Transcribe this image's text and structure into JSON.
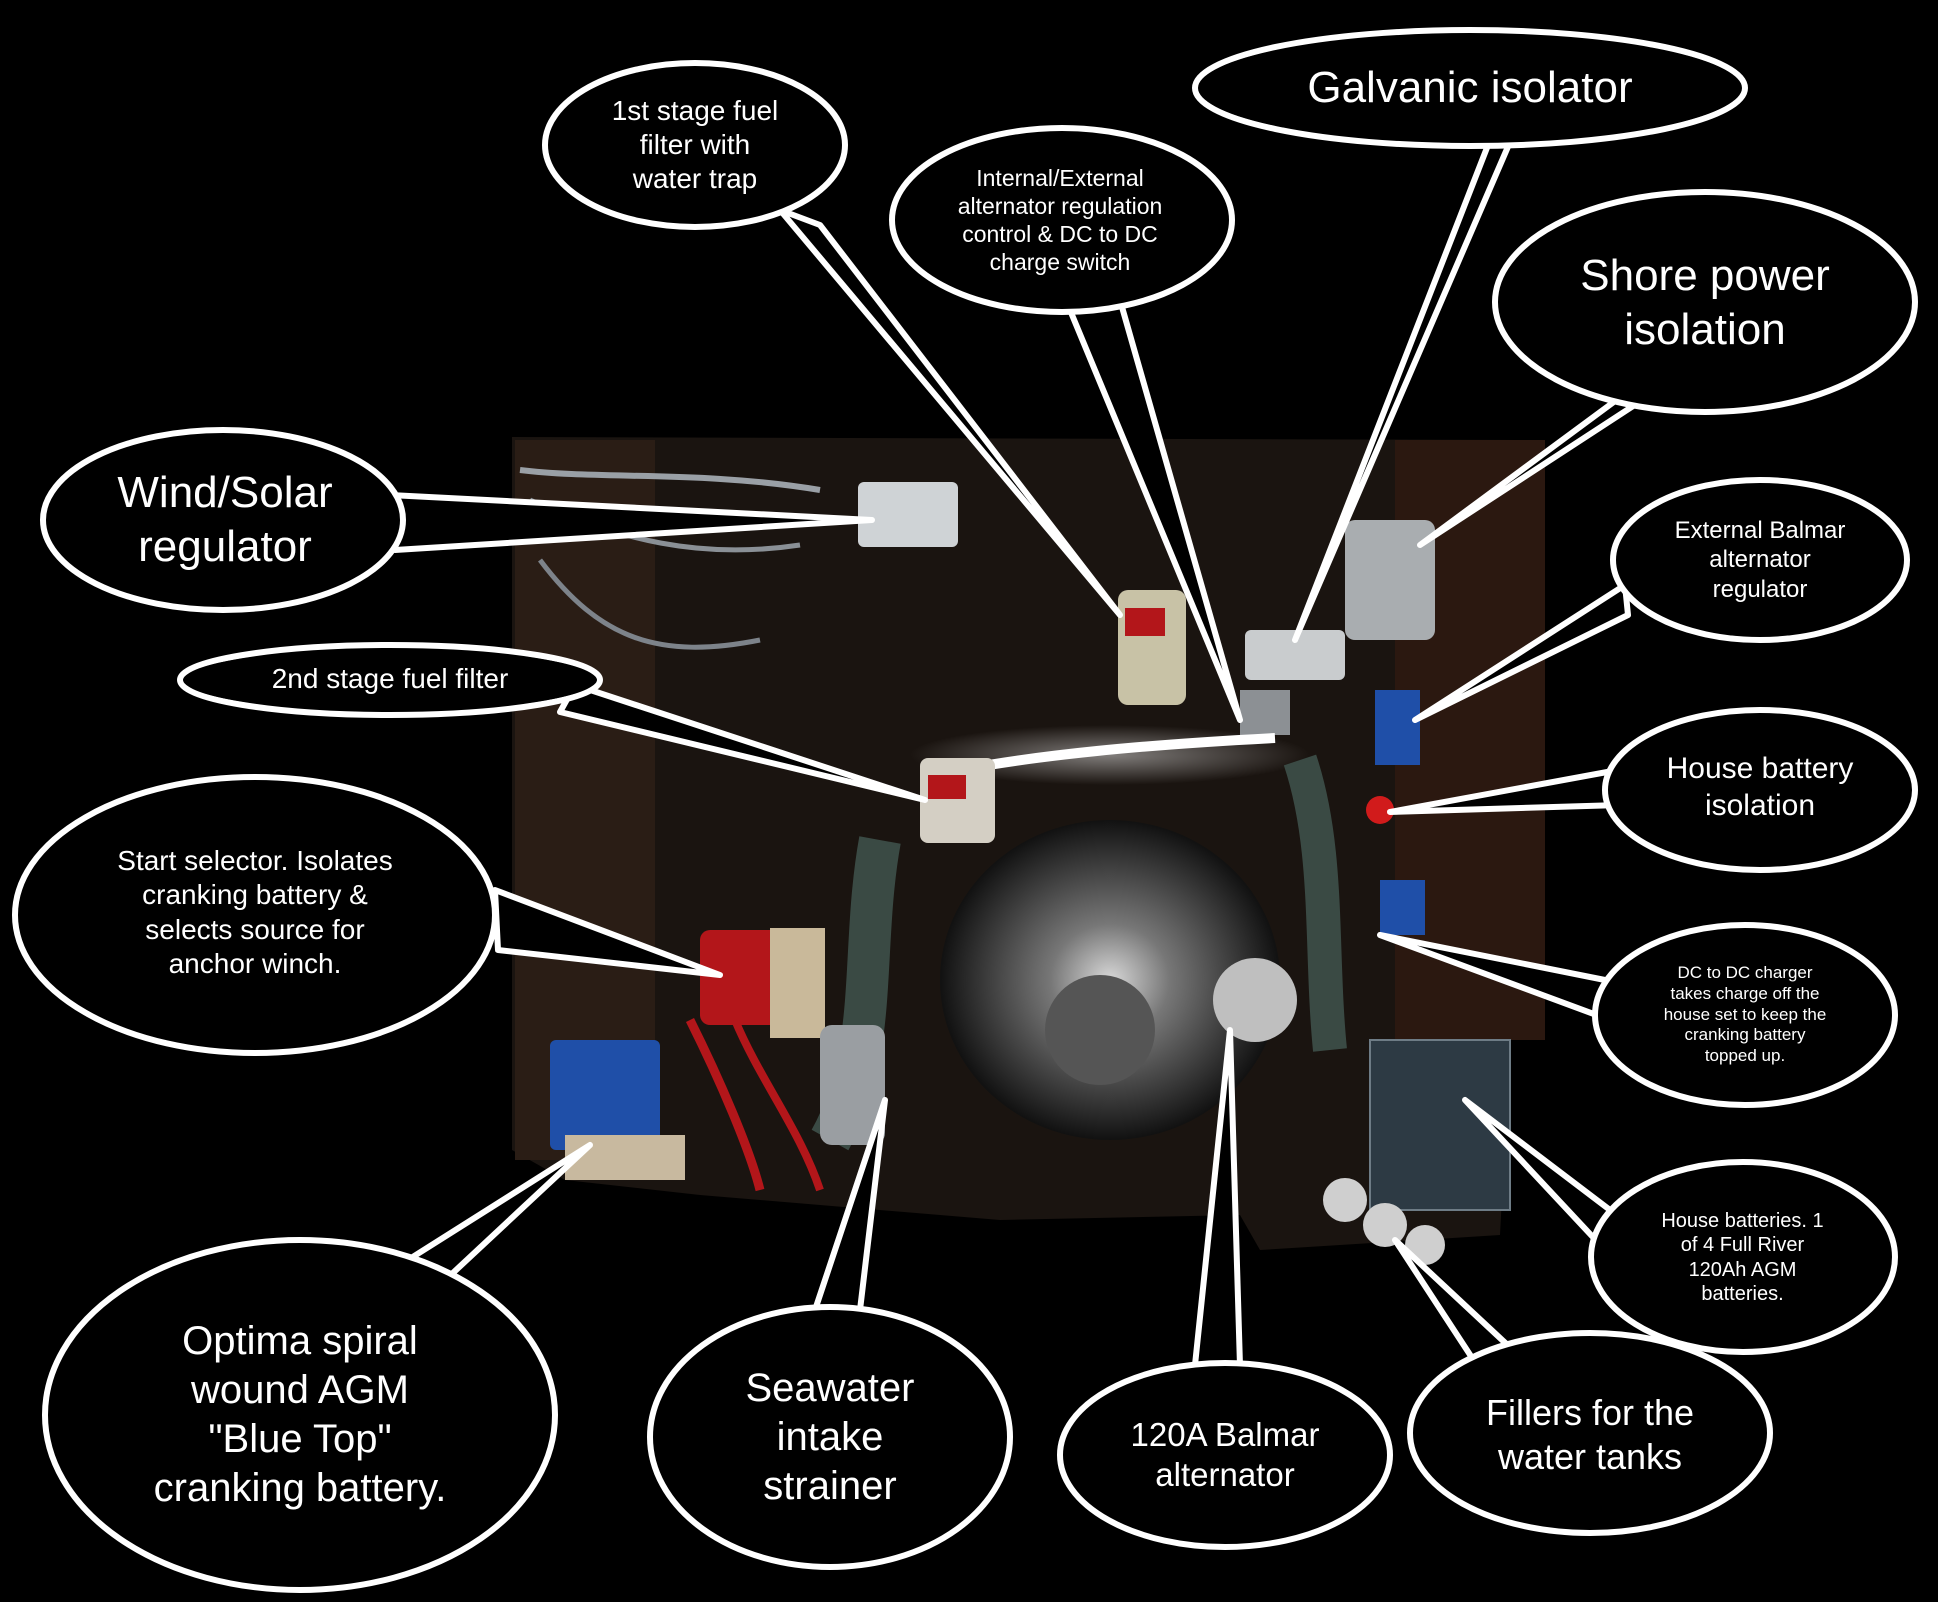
{
  "colors": {
    "background": "#000000",
    "bubble_fill": "#000000",
    "bubble_stroke": "#ffffff",
    "text": "#ffffff"
  },
  "photo": {
    "description_icon": "engine-bay-photo",
    "accent_red": "#b3161a",
    "accent_blue": "#1f4fa8"
  },
  "callouts": {
    "fuel_filter_1": "1st stage fuel\nfilter with\nwater trap",
    "alt_switch": "Internal/External\nalternator regulation\ncontrol & DC to DC\ncharge switch",
    "galvanic": "Galvanic isolator",
    "shore_power": "Shore power\nisolation",
    "wind_solar": "Wind/Solar\nregulator",
    "balmar_regulator": "External Balmar\nalternator\nregulator",
    "fuel_filter_2": "2nd stage fuel filter",
    "house_isolation": "House battery\nisolation",
    "start_selector": "Start selector. Isolates\ncranking battery &\nselects source for\nanchor winch.",
    "dc_dc": "DC to DC charger\ntakes charge off the\nhouse set to keep the\ncranking battery\ntopped up.",
    "house_batteries": "House batteries. 1\nof 4 Full River\n120Ah AGM\nbatteries.",
    "optima": "Optima spiral\nwound AGM\n\"Blue Top\"\ncranking battery.",
    "seawater": "Seawater\nintake\nstrainer",
    "alternator": "120A Balmar\nalternator",
    "fillers": "Fillers for the\nwater tanks"
  }
}
